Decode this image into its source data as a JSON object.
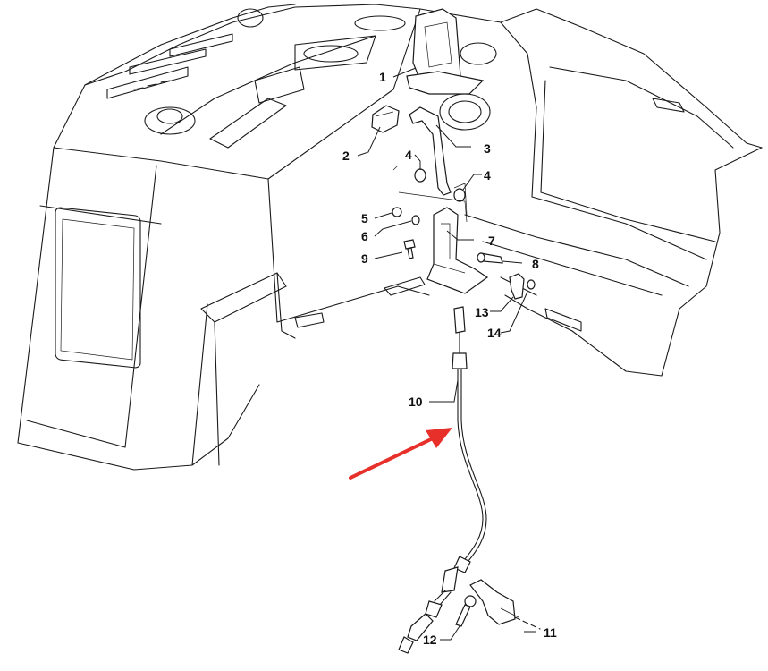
{
  "callouts": [
    {
      "id": "c1",
      "text": "1"
    },
    {
      "id": "c2",
      "text": "2"
    },
    {
      "id": "c3",
      "text": "3"
    },
    {
      "id": "c4a",
      "text": "4"
    },
    {
      "id": "c4b",
      "text": "4"
    },
    {
      "id": "c5",
      "text": "5"
    },
    {
      "id": "c6",
      "text": "6"
    },
    {
      "id": "c7",
      "text": "7"
    },
    {
      "id": "c8",
      "text": "8"
    },
    {
      "id": "c9",
      "text": "9"
    },
    {
      "id": "c10",
      "text": "10"
    },
    {
      "id": "c11",
      "text": "11"
    },
    {
      "id": "c12",
      "text": "12"
    },
    {
      "id": "c13",
      "text": "13"
    },
    {
      "id": "c14",
      "text": "14"
    }
  ],
  "colors": {
    "line": "#1a1a1a",
    "arrow": "#e8302a",
    "background": "#ffffff"
  }
}
